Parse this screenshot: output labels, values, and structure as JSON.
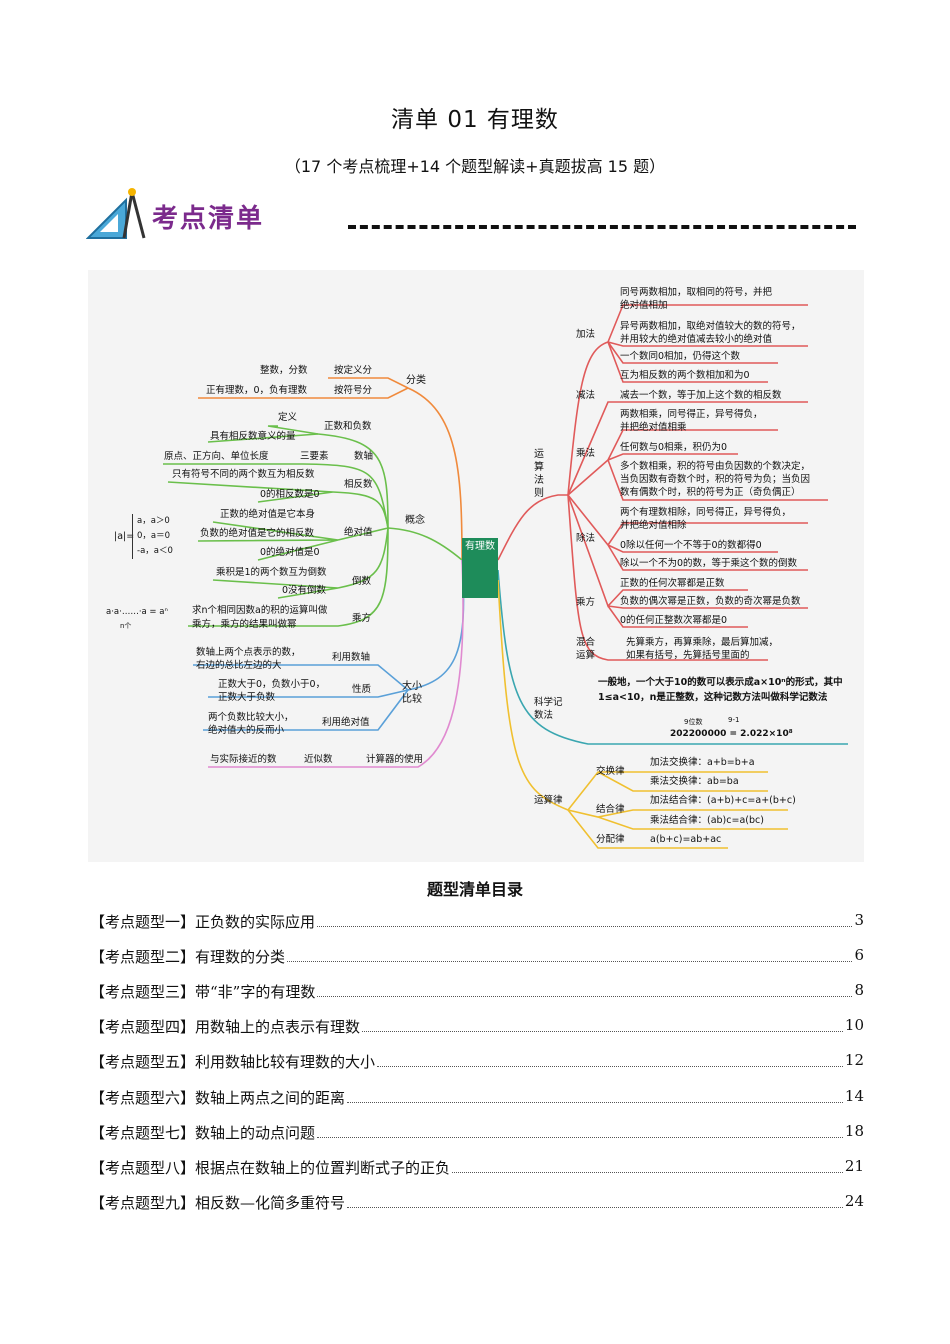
{
  "header": {
    "title": "清单 01  有理数",
    "subtitle": "（17 个考点梳理+14 个题型解读+真题拔高 15 题）",
    "banner": "考点清单"
  },
  "mindmap": {
    "root": "有理数",
    "left": {
      "classify": {
        "label": "分类",
        "b1": "按定义分",
        "b1_text": "整数，分数",
        "b2": "按符号分",
        "b2_text": "正有理数，0，负有理数"
      },
      "concept": {
        "label": "概念",
        "posneg": "正数和负数",
        "def": "定义",
        "opp_meaning": "具有相反数意义的量",
        "axis": "数轴",
        "axis_three": "三要素",
        "axis_text": "原点、正方向、单位长度",
        "opposite": "相反数",
        "opp1": "只有符号不同的两个数互为相反数",
        "opp2": "0的相反数是0",
        "abs": "绝对值",
        "abs1": "正数的绝对值是它本身",
        "abs2": "负数的绝对值是它的相反数",
        "abs3": "0的绝对值是0",
        "abs_formula": [
          "a，a＞0",
          "0，a＝0",
          "-a，a＜0"
        ],
        "abs_left": "|a|=",
        "recip": "倒数",
        "recip1": "乘积是1的两个数互为倒数",
        "recip2": "0没有倒数",
        "power": "乘方",
        "power1": "求n个相同因数a的积的运算叫做",
        "power2": "乘方，乘方的结果叫做幂",
        "power_formula": "a·a·……·a = aⁿ",
        "power_n": "n个"
      },
      "compare": {
        "label1": "大小",
        "label2": "比较",
        "b1": "利用数轴",
        "b1a": "数轴上两个点表示的数，",
        "b1b": "右边的总比左边的大",
        "b2": "性质",
        "b2a": "正数大于0，负数小于0，",
        "b2b": "正数大于负数",
        "b3": "利用绝对值",
        "b3a": "两个负数比较大小，",
        "b3b": "绝对值大的反而小"
      },
      "calc": {
        "label": "计算器的使用",
        "b1": "近似数",
        "b1_text": "与实际接近的数"
      }
    },
    "right": {
      "rules": {
        "label": [
          "运",
          "算",
          "法",
          "则"
        ],
        "add": "加法",
        "add1a": "同号两数相加，取相同的符号，并把",
        "add1b": "绝对值相加",
        "add2a": "异号两数相加，取绝对值较大的数的符号，",
        "add2b": "并用较大的绝对值减去较小的绝对值",
        "add3": "一个数同0相加，仍得这个数",
        "add4": "互为相反数的两个数相加和为0",
        "sub": "减法",
        "sub1": "减去一个数，等于加上这个数的相反数",
        "mul": "乘法",
        "mul1a": "两数相乘，同号得正，异号得负，",
        "mul1b": "并把绝对值相乘",
        "mul2": "任何数与0相乘，积仍为0",
        "mul3a": "多个数相乘，积的符号由负因数的个数决定，",
        "mul3b": "当负因数有奇数个时，积的符号为负；当负因",
        "mul3c": "数有偶数个时，积的符号为正（奇负偶正）",
        "div": "除法",
        "div1a": "两个有理数相除，同号得正，异号得负，",
        "div1b": "并把绝对值相除",
        "div2": "0除以任何一个不等于0的数都得0",
        "div3": "除以一个不为0的数，等于乘这个数的倒数",
        "pow": "乘方",
        "pow1": "正数的任何次幂都是正数",
        "pow2": "负数的偶次幂是正数，负数的奇次幂是负数",
        "pow3": "0的任何正整数次幂都是0",
        "mix1": "混合",
        "mix2": "运算",
        "mixa": "先算乘方，再算乘除，最后算加减，",
        "mixb": "如果有括号，先算括号里面的"
      },
      "sci": {
        "label1": "科学记",
        "label2": "数法",
        "t1": "一般地，一个大于10的数可以表示成a×10ⁿ的形式，其中",
        "t2": "1≤a<10，n是正整数，这种记数方法叫做科学记数法",
        "ex_top1": "9位数",
        "ex_top2": "9-1",
        "example": "202200000 = 2.022×10⁸"
      },
      "laws": {
        "label": "运算律",
        "comm": "交换律",
        "comm1": "加法交换律：a+b=b+a",
        "comm2": "乘法交换律：ab=ba",
        "assoc": "结合律",
        "assoc1": "加法结合律：(a+b)+c=a+(b+c)",
        "assoc2": "乘法结合律：(ab)c=a(bc)",
        "dist": "分配律",
        "dist1": "a(b+c)=ab+ac"
      }
    }
  },
  "toc": {
    "title": "题型清单目录",
    "items": [
      {
        "label": "【考点题型一】正负数的实际应用",
        "page": "3"
      },
      {
        "label": "【考点题型二】有理数的分类",
        "page": "6"
      },
      {
        "label": "【考点题型三】带“非”字的有理数",
        "page": "8"
      },
      {
        "label": "【考点题型四】用数轴上的点表示有理数",
        "page": "10"
      },
      {
        "label": "【考点题型五】利用数轴比较有理数的大小",
        "page": "12"
      },
      {
        "label": "【考点题型六】数轴上两点之间的距离",
        "page": "14"
      },
      {
        "label": "【考点题型七】数轴上的动点问题",
        "page": "18"
      },
      {
        "label": "【考点题型八】根据点在数轴上的位置判断式子的正负",
        "page": "21"
      },
      {
        "label": "【考点题型九】相反数—化简多重符号",
        "page": "24"
      }
    ]
  }
}
